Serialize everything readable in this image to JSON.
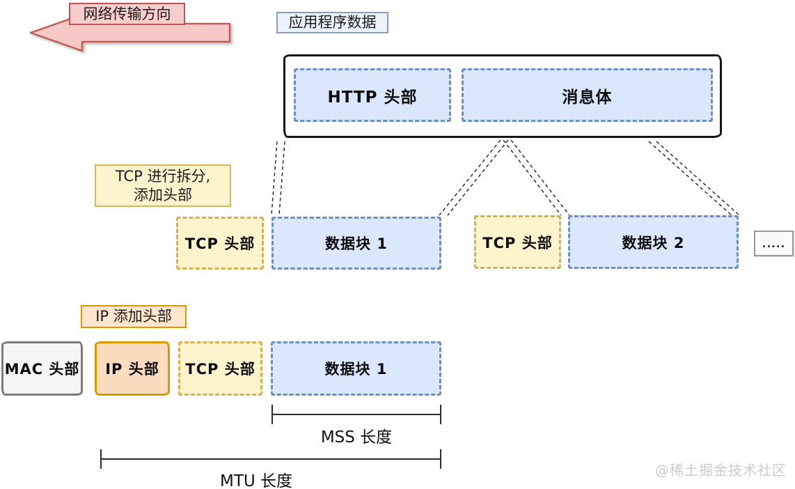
{
  "diagram": {
    "direction_label": "网络传输方向",
    "app_data_label": "应用程序数据",
    "app_box": {
      "http_header": "HTTP 头部",
      "message_body": "消息体"
    },
    "tcp_split_label": {
      "line1": "TCP 进行拆分,",
      "line2": "添加头部"
    },
    "segments": [
      {
        "header": "TCP 头部",
        "data": "数据块 1"
      },
      {
        "header": "TCP 头部",
        "data": "数据块 2"
      }
    ],
    "ellipsis": ".....",
    "ip_add_label": "IP 添加头部",
    "frame": {
      "mac": "MAC 头部",
      "ip": "IP 头部",
      "tcp": "TCP 头部",
      "data": "数据块 1"
    },
    "mss_label": "MSS 长度",
    "mtu_label": "MTU 长度",
    "watermark": "@稀土掘金技术社区",
    "colors": {
      "blue_fill": "#dbe8fc",
      "blue_stroke": "#6d8ec2",
      "yellow_fill": "#fdf3cd",
      "yellow_stroke": "#d2b154",
      "orange_fill": "#ffe6cc",
      "orange_stroke": "#d79b00",
      "ip_fill": "#fbdcbe",
      "pink_fill": "#f6c9c6",
      "pink_stroke": "#bf5a55",
      "gray_fill": "#f6f6f6",
      "gray_stroke": "#7b7b7b",
      "connector": "#1f1f1f"
    }
  }
}
